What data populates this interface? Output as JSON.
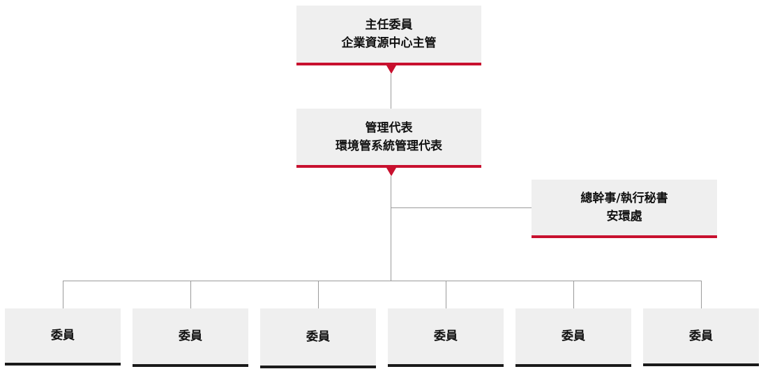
{
  "chair": {
    "role": "主任委員",
    "title": "企業資源中心主管"
  },
  "representative": {
    "role": "管理代表",
    "title": "環境管系統管理代表"
  },
  "secretary": {
    "role": "總幹事/執行秘書",
    "title": "安環處"
  },
  "members": [
    {
      "label": "委員"
    },
    {
      "label": "委員"
    },
    {
      "label": "委員"
    },
    {
      "label": "委員"
    },
    {
      "label": "委員"
    },
    {
      "label": "委員"
    }
  ],
  "colors": {
    "accent": "#c8102e",
    "member_bar": "#1a1a1a",
    "box": "#efefef",
    "connector": "#9a9a9a"
  }
}
